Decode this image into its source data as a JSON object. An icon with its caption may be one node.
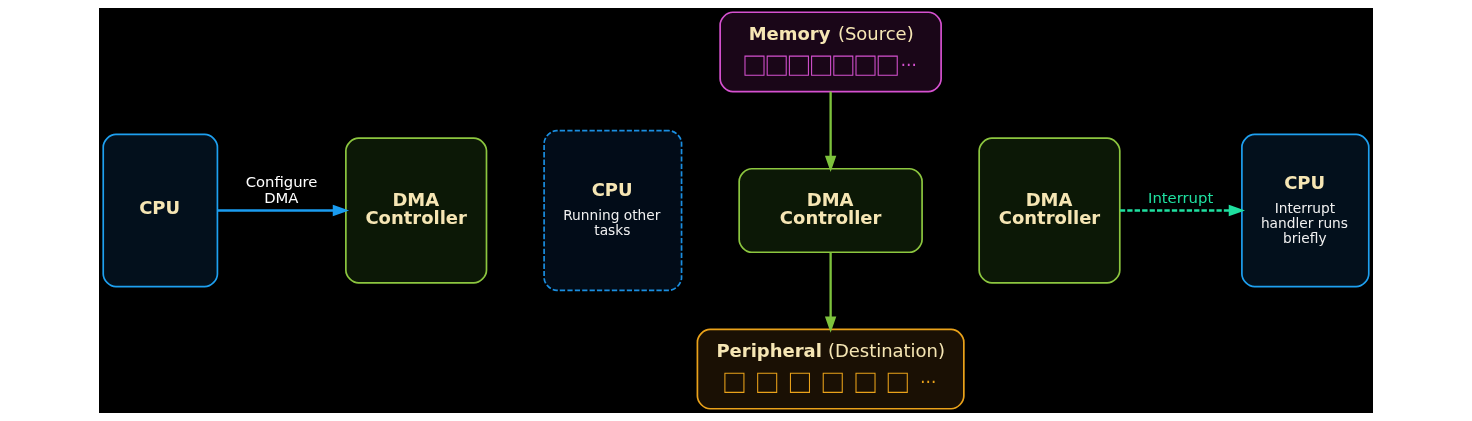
{
  "diagram": {
    "nodes": [
      {
        "text": [
          "CPU"
        ]
      },
      {
        "text": [
          "DMA Controller"
        ]
      },
      {
        "text": [
          "**Memory** (Source)",
          "⋯"
        ]
      },
      {
        "text": [
          "CPU",
          "Running other tasks"
        ]
      },
      {
        "text": [
          "DMA Controller"
        ]
      },
      {
        "text": [
          "**Peripheral** (Destination)",
          "⋯"
        ]
      },
      {
        "text": [
          "DMA Controller"
        ]
      },
      {
        "text": [
          "CPU",
          "Interrupt handler runs briefly"
        ]
      }
    ],
    "edges": [
      {
        "from": 0,
        "to": 1,
        "arrow": "to",
        "label": "Configure DMA",
        "color": "#1a9cf0"
      },
      {
        "from": 2,
        "to": 4,
        "arrow": "to"
      },
      {
        "from": 4,
        "to": 5,
        "arrow": "to"
      },
      {
        "from": 6,
        "to": 7,
        "arrow": "to",
        "label": "Interrupt",
        "style": "dashed",
        "color": "#1fe0a0"
      }
    ]
  }
}
